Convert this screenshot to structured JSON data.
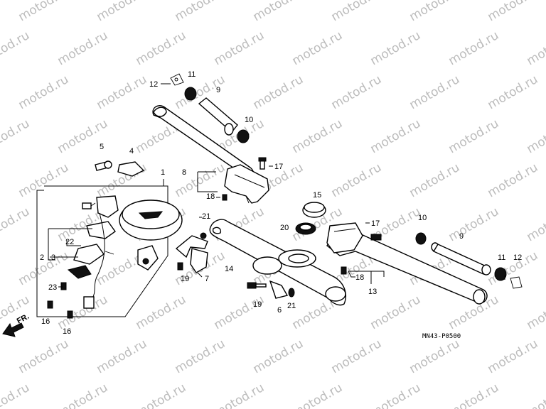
{
  "watermark": "motod.ru",
  "diagram_code": "MN43-P0500",
  "direction_label": "FR.",
  "part_labels": {
    "l1": "1",
    "l2": "2",
    "l3": "3",
    "l4": "4",
    "l5": "5",
    "l6": "6",
    "l7": "7",
    "l8a": "8",
    "l9a": "9",
    "l9b": "9",
    "l10a": "10",
    "l10b": "10",
    "l11a": "11",
    "l11b": "11",
    "l12a": "12",
    "l12b": "12",
    "l13": "13",
    "l14": "14",
    "l15": "15",
    "l16a": "16",
    "l16b": "16",
    "l17a": "17",
    "l17b": "17",
    "l18a": "18",
    "l18b": "18",
    "l19a": "19",
    "l19b": "19",
    "l20": "20",
    "l21a": "21",
    "l21b": "21",
    "l22": "22",
    "l23": "23"
  }
}
